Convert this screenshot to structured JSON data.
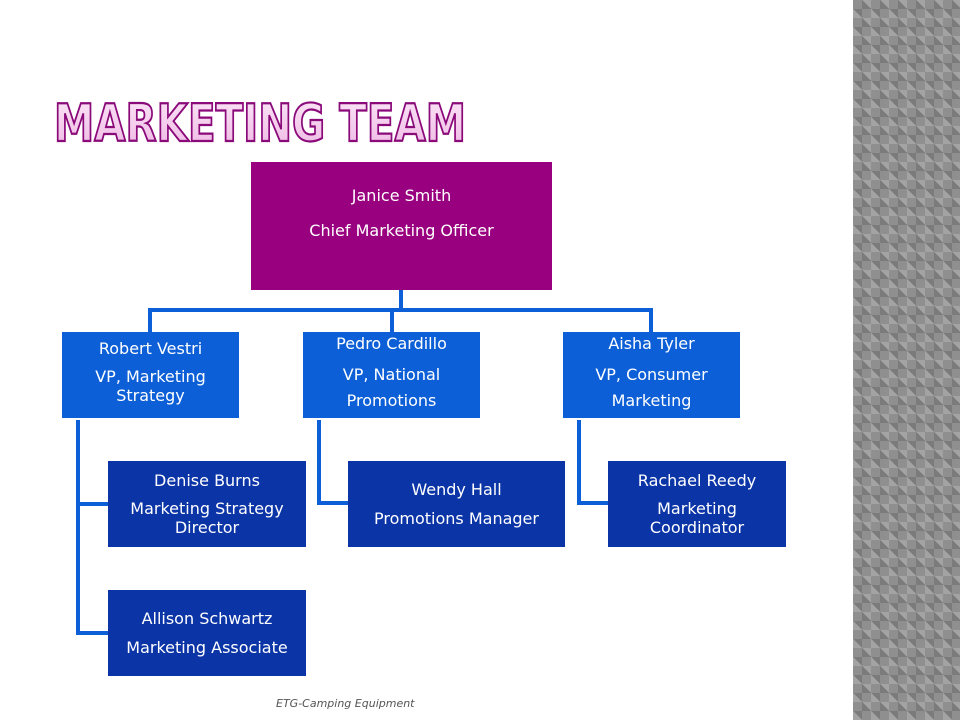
{
  "slide": {
    "title": "MARKETING TEAM",
    "footer": "ETG-Camping Equipment",
    "colors": {
      "title_fill": "#f4c9ec",
      "title_outline": "#8a0a7a",
      "top_box": "#99007f",
      "vp_box": "#0c5fd6",
      "sub_box": "#0b34a6",
      "connector": "#0c5fd6"
    }
  },
  "org": {
    "head": {
      "name": "Janice Smith",
      "role": "Chief Marketing Officer"
    },
    "vps": [
      {
        "name": "Robert Vestri",
        "role": "VP, Marketing Strategy",
        "reports": [
          {
            "name": "Denise Burns",
            "role": "Marketing Strategy Director"
          },
          {
            "name": "Allison Schwartz",
            "role": "Marketing Associate"
          }
        ]
      },
      {
        "name": "Pedro Cardillo",
        "role": "VP, National Promotions",
        "reports": [
          {
            "name": "Wendy Hall",
            "role": "Promotions Manager"
          }
        ]
      },
      {
        "name": "Aisha Tyler",
        "role": "VP, Consumer Marketing",
        "reports": [
          {
            "name": "Rachael Reedy",
            "role": "Marketing Coordinator"
          }
        ]
      }
    ]
  }
}
